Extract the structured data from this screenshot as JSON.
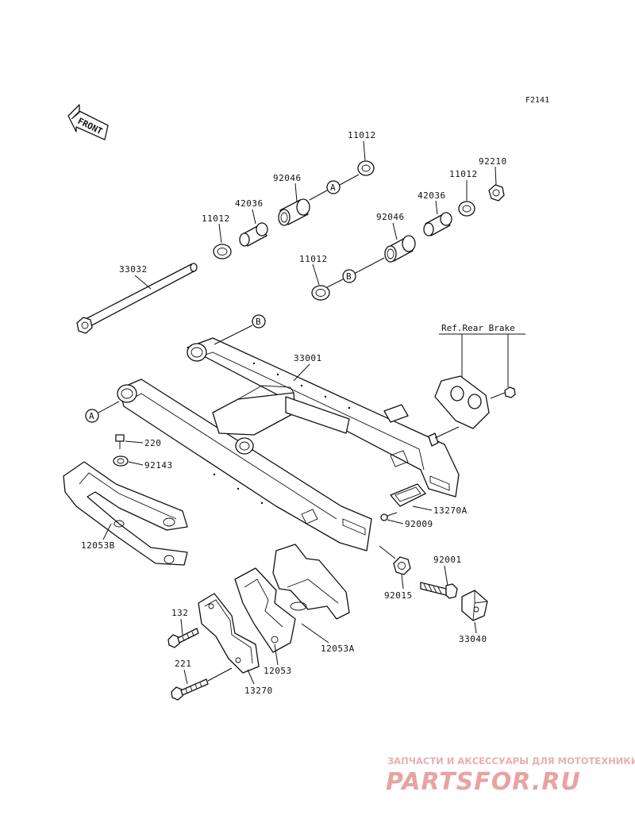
{
  "figure": {
    "code": "F2141"
  },
  "front_arrow": {
    "text": "FRONT"
  },
  "ref_note": "Ref.Rear Brake",
  "callouts": {
    "a": "A",
    "b": "B"
  },
  "parts": {
    "p33032": "33032",
    "p11012_a": "11012",
    "p42036_a": "42036",
    "p92046_a": "92046",
    "p11012_b": "11012",
    "p42036_b": "42036",
    "p11012_c": "11012",
    "p92210": "92210",
    "p92046_b": "92046",
    "p11012_d": "11012",
    "p33001": "33001",
    "p220": "220",
    "p92143": "92143",
    "p12053b": "12053B",
    "p13270a": "13270A",
    "p92009": "92009",
    "p92001": "92001",
    "p92015": "92015",
    "p33040": "33040",
    "p132": "132",
    "p12053a": "12053A",
    "p12053": "12053",
    "p221": "221",
    "p13270": "13270"
  },
  "watermark": {
    "tagline": "ЗАПЧАСТИ И АКСЕССУАРЫ ДЛЯ МОТОТЕХНИКИ",
    "logo": "PARTSFOR.RU"
  }
}
